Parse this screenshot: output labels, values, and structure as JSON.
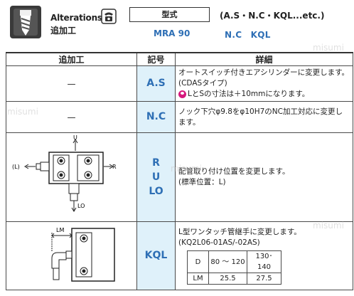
{
  "header": {
    "title_en": "Alterations",
    "title_jp": "追加工",
    "model_label": "型式",
    "model_code": "MRA 90",
    "options_list": "(A.S・N.C・KQL...etc.)",
    "option_codes": "N.C　KQL"
  },
  "table": {
    "columns": [
      "追加工",
      "記号",
      "詳細"
    ],
    "rows": [
      {
        "alteration": "—",
        "code": "A.S",
        "detail_1": "オートスイッチ付きエアシリンダーに変更します。(CDASタイプ)",
        "detail_2": "LとSの寸法は＋10mmになります。"
      },
      {
        "alteration": "—",
        "code": "N.C",
        "detail_1": "ノック下穴φ9.8をφ10H7のNC加工対応に変更します。"
      },
      {
        "code_lines": [
          "R",
          "U",
          "LO"
        ],
        "detail_1": "配管取り付け位置を変更します。",
        "detail_2": "(標準位置：L)",
        "fig_labels": {
          "u": "U",
          "l": "(L)",
          "r": "R",
          "lo": "LO"
        }
      },
      {
        "code": "KQL",
        "detail_1": "L型ワンタッチ管継手に変更します。",
        "detail_2": "(KQ2L06-01AS/-02AS)",
        "fig_labels": {
          "lm": "LM"
        },
        "sub_table": {
          "head": [
            "D",
            "80 ～ 120",
            "130･140"
          ],
          "row": [
            "LM",
            "25.5",
            "27.5"
          ]
        }
      }
    ]
  },
  "colors": {
    "code_text": "#2e6fb5",
    "code_bg": "#dff1fa",
    "warn_icon": "#d6197d"
  },
  "icons": [
    "drill-icon",
    "phone-icon",
    "warning-icon"
  ],
  "watermark": "misumi"
}
